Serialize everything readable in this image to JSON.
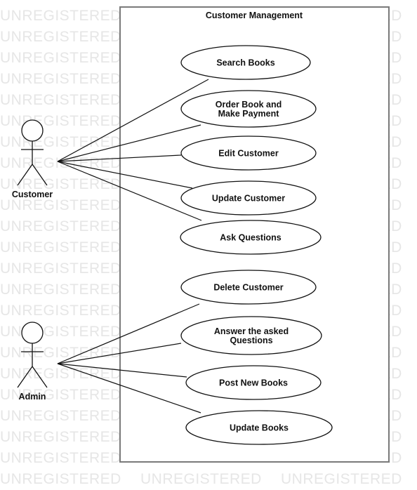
{
  "watermark": "UNREGISTERED",
  "system": {
    "title": "Customer Management"
  },
  "actors": [
    {
      "id": "customer",
      "label": "Customer"
    },
    {
      "id": "admin",
      "label": "Admin"
    }
  ],
  "use_cases": [
    {
      "id": "search-books",
      "lines": [
        "Search Books"
      ]
    },
    {
      "id": "order-book",
      "lines": [
        "Order Book and",
        "Make Payment"
      ]
    },
    {
      "id": "edit-customer",
      "lines": [
        "Edit Customer"
      ]
    },
    {
      "id": "update-customer",
      "lines": [
        "Update Customer"
      ]
    },
    {
      "id": "ask-questions",
      "lines": [
        "Ask Questions"
      ]
    },
    {
      "id": "delete-customer",
      "lines": [
        "Delete Customer"
      ]
    },
    {
      "id": "answer-questions",
      "lines": [
        "Answer the asked",
        "Questions"
      ]
    },
    {
      "id": "post-new-books",
      "lines": [
        "Post New Books"
      ]
    },
    {
      "id": "update-books",
      "lines": [
        "Update Books"
      ]
    }
  ],
  "associations": [
    {
      "from": "customer",
      "to": "search-books"
    },
    {
      "from": "customer",
      "to": "order-book"
    },
    {
      "from": "customer",
      "to": "edit-customer"
    },
    {
      "from": "customer",
      "to": "update-customer"
    },
    {
      "from": "customer",
      "to": "ask-questions"
    },
    {
      "from": "admin",
      "to": "delete-customer"
    },
    {
      "from": "admin",
      "to": "answer-questions"
    },
    {
      "from": "admin",
      "to": "post-new-books"
    },
    {
      "from": "admin",
      "to": "update-books"
    }
  ]
}
